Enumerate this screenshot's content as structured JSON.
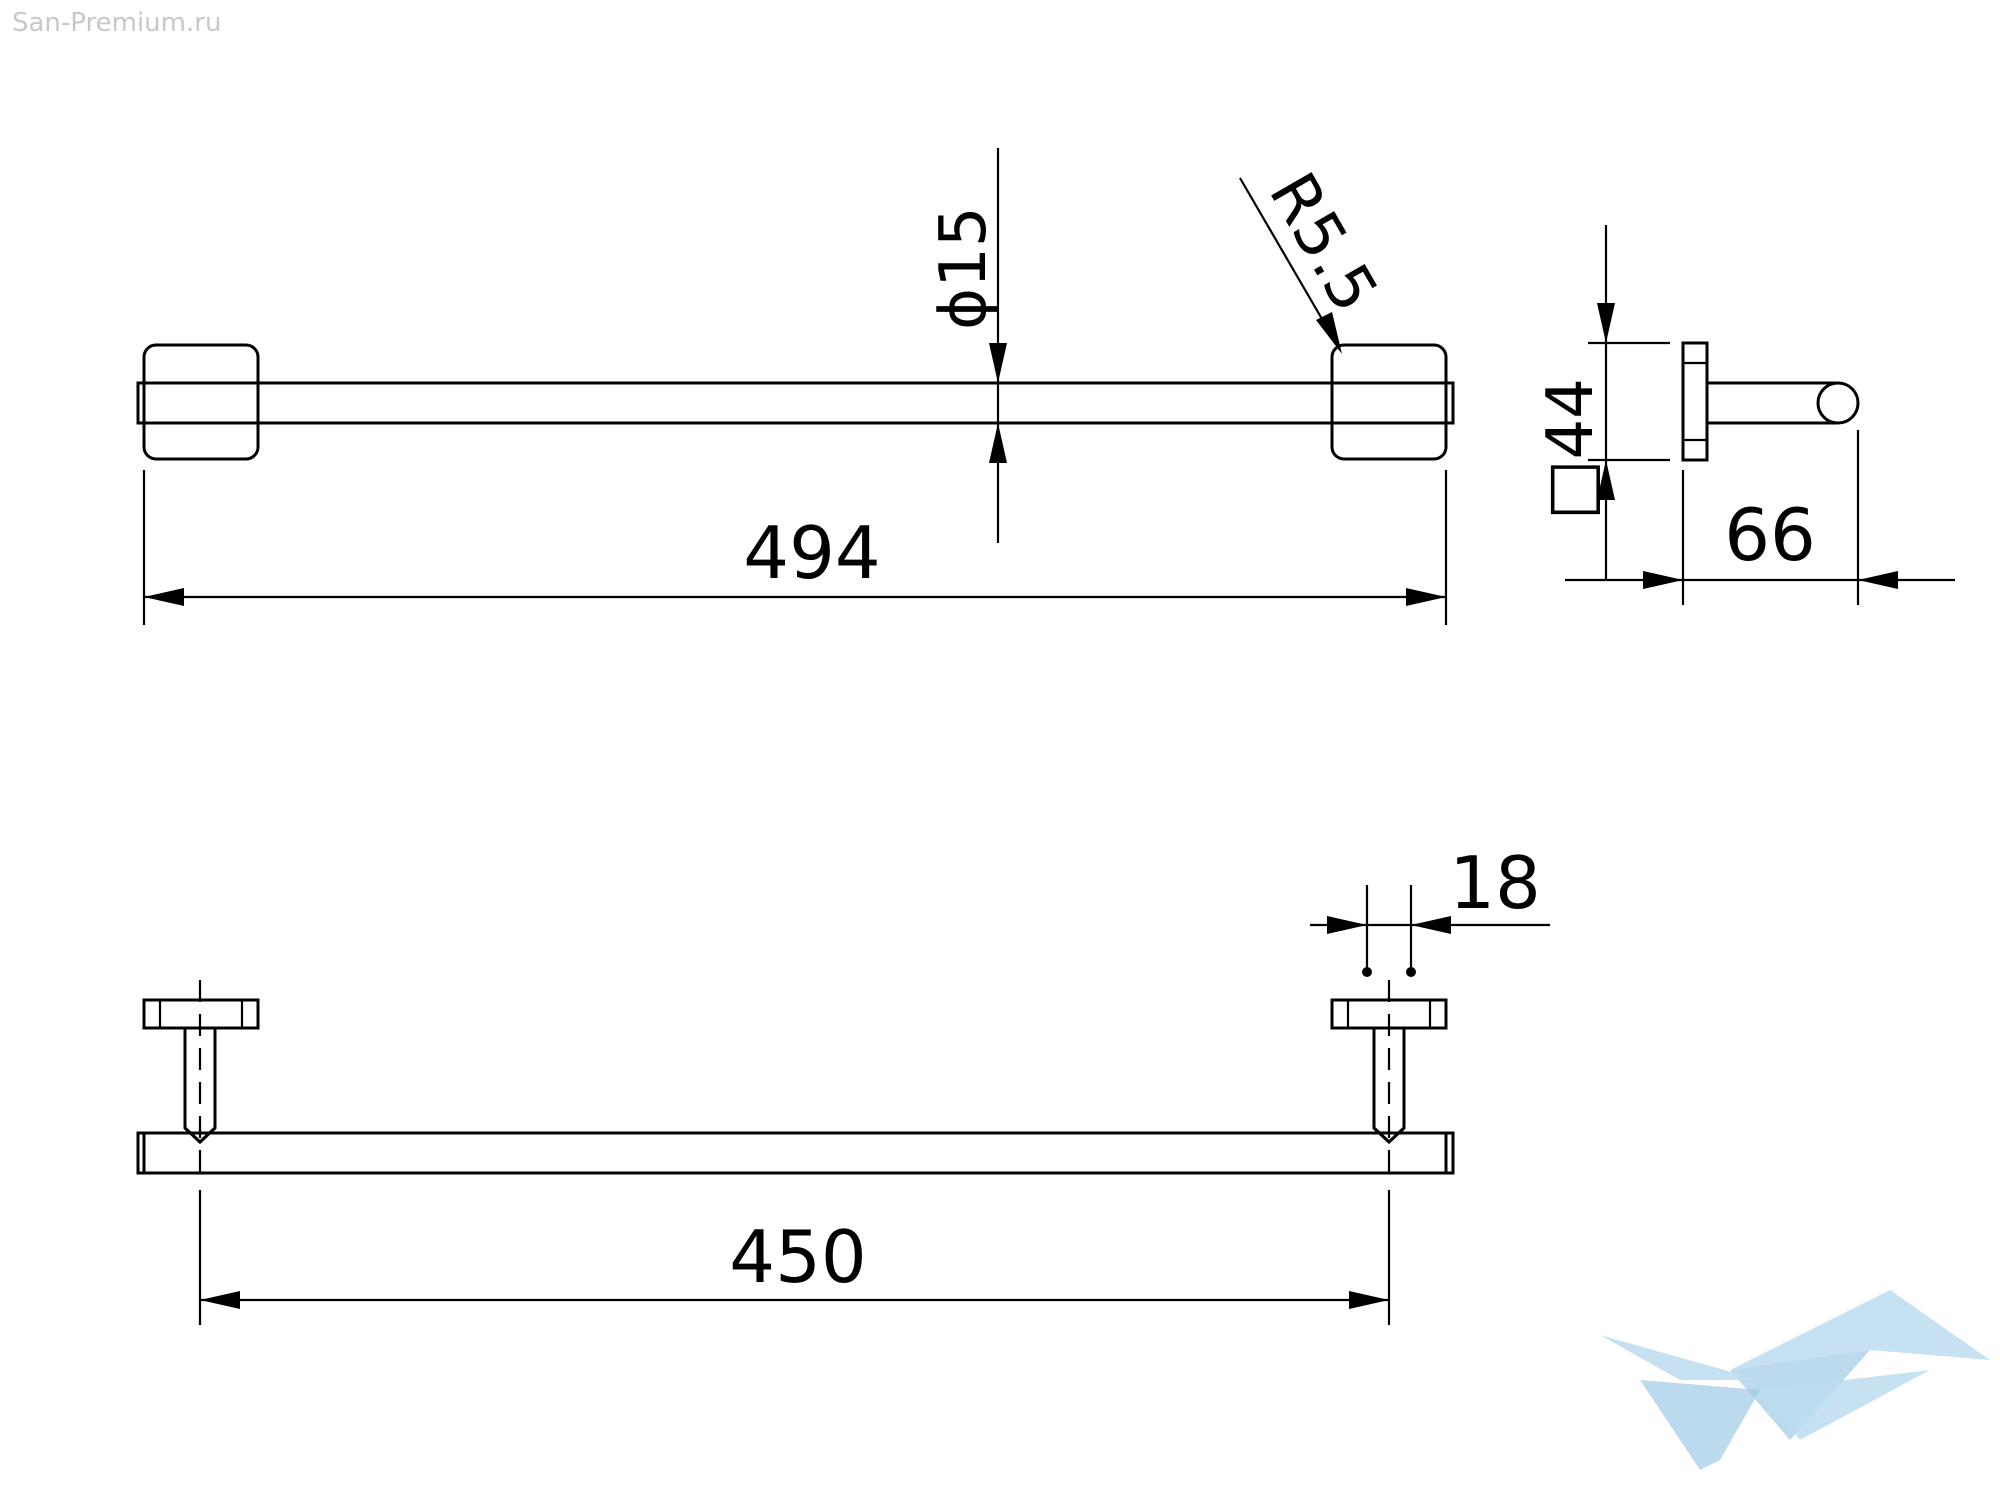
{
  "watermark": "San-Premium.ru",
  "dimensions": {
    "total_length": "494",
    "diameter": "ϕ15",
    "radius": "R5.5",
    "base_size": "□44",
    "projection": "66",
    "center_distance": "450",
    "post_width": "18"
  },
  "colors": {
    "line": "#000000",
    "background": "#ffffff",
    "logo": "#bcdcf0"
  }
}
